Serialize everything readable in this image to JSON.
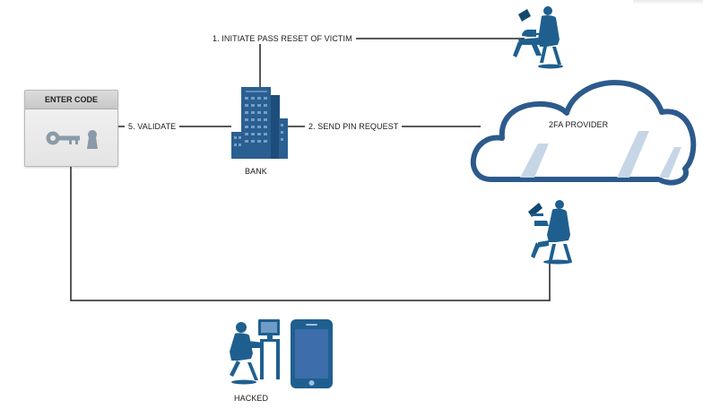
{
  "diagram": {
    "labels": {
      "step1": "1. INITIATE PASS RESET OF VICTIM",
      "step2": "2. SEND PIN REQUEST",
      "step5": "5. VALIDATE",
      "bank": "BANK",
      "provider": "2FA PROVIDER",
      "hacked": "HACKED",
      "enter_code": "ENTER CODE"
    },
    "icons": {
      "bank": "office-building-icon",
      "key": "key-icon",
      "keyhole": "keyhole-icon",
      "attacker": "person-at-laptop-icon",
      "operator": "person-at-laptop-icon",
      "victim": "person-at-computer-icon",
      "phone": "smartphone-icon",
      "cloud": "cloud-icon"
    },
    "colors": {
      "figure_blue": "#1f5f8f",
      "cloud_outline": "#2c5a8c",
      "phone_screen": "#3d6dab",
      "line": "#222222"
    }
  }
}
